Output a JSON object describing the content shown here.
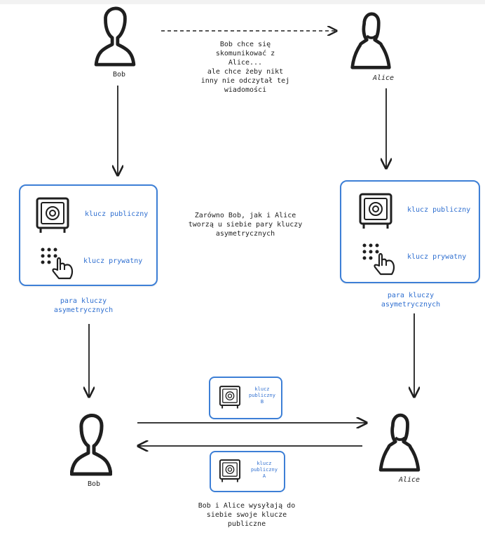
{
  "top": {
    "bob_label": "Bob",
    "alice_label": "Alice",
    "message": "Bob chce się\nskomunikować z\nAlice...\nale chce żeby nikt\ninny nie odczytał tej\nwiadomości"
  },
  "middle": {
    "left_card": {
      "public_key": "klucz publiczny",
      "private_key": "klucz prywatny"
    },
    "right_card": {
      "public_key": "klucz publiczny",
      "private_key": "klucz prywatny"
    },
    "left_caption": "para kluczy\nasymetrycznych",
    "right_caption": "para kluczy\nasymetrycznych",
    "note": "Zarówno Bob, jak i Alice\ntworzą u siebie pary kluczy\nasymetrycznych"
  },
  "bottom": {
    "bob_label": "Bob",
    "alice_label": "Alice",
    "key_to_alice": "klucz\npubliczny\nB",
    "key_to_bob": "klucz\npubliczny\nA",
    "note": "Bob i Alice wysyłają do\nsiebie swoje klucze\npubliczne"
  },
  "colors": {
    "accent": "#3d7fd6",
    "ink": "#1f1f1f"
  },
  "icons": [
    "person-icon",
    "safe-icon",
    "keypad-hand-icon"
  ]
}
